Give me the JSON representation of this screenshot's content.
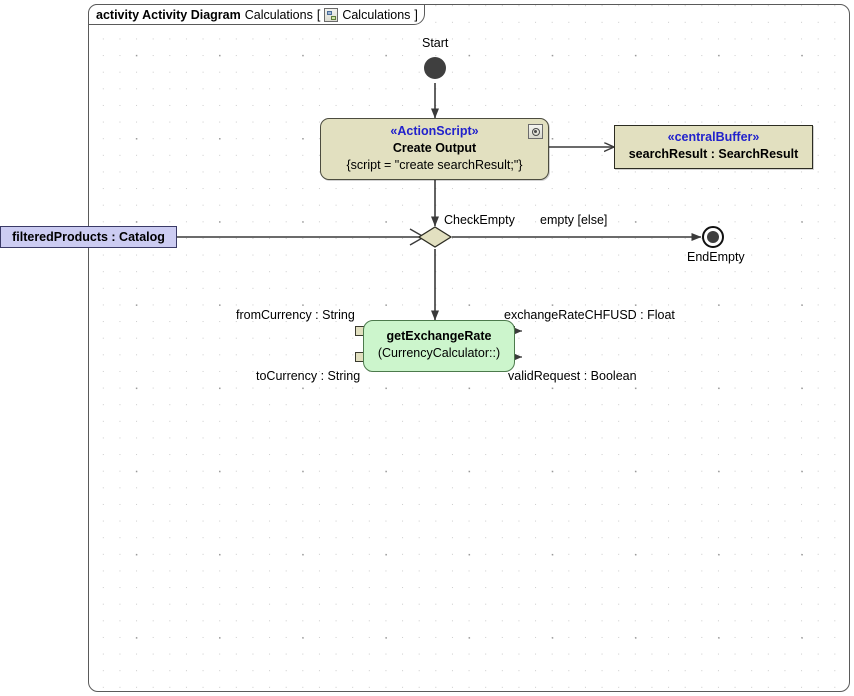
{
  "frame": {
    "keyword": "activity Activity Diagram",
    "name": "Calculations",
    "bracket_open": "[",
    "icon": "activity-diagram-icon",
    "context": "Calculations",
    "bracket_close": "]"
  },
  "nodes": {
    "start": {
      "label": "Start",
      "type": "initial-node"
    },
    "create_output": {
      "stereotype": "«ActionScript»",
      "name": "Create Output",
      "specification": "{script = \"create searchResult;\"}",
      "corner_icon": "opaque-behavior-icon",
      "fill": "#e2e0c0"
    },
    "search_result_buffer": {
      "stereotype": "«centralBuffer»",
      "name": "searchResult : SearchResult",
      "fill": "#e2e0c0"
    },
    "check_empty": {
      "label": "CheckEmpty",
      "type": "decision-node",
      "fill": "#e2e0c0"
    },
    "end_empty": {
      "label": "EndEmpty",
      "type": "activity-final-node"
    },
    "filtered_products": {
      "label": "filteredProducts : Catalog",
      "fill": "#ccccf2"
    },
    "get_exchange_rate": {
      "name": "getExchangeRate",
      "context": "(CurrencyCalculator::)",
      "fill": "#ccf5cc",
      "input_pins": [
        {
          "label": "fromCurrency : String"
        },
        {
          "label": "toCurrency : String"
        }
      ],
      "output_pins": [
        {
          "label": "exchangeRateCHFUSD : Float"
        },
        {
          "label": "validRequest : Boolean"
        }
      ]
    }
  },
  "edges": [
    {
      "name": "start-to-create-output",
      "label": ""
    },
    {
      "name": "create-output-to-buffer",
      "label": ""
    },
    {
      "name": "create-output-to-check-empty",
      "label": ""
    },
    {
      "name": "check-empty-to-end-empty",
      "label": "empty [else]"
    },
    {
      "name": "check-empty-to-get-exchange-rate",
      "label": ""
    },
    {
      "name": "filtered-products-to-check-empty",
      "label": ""
    }
  ],
  "colors": {
    "action_fill": "#e2e0c0",
    "call_fill": "#ccf5cc",
    "object_fill": "#ccccf2",
    "stereotype_text": "#2222cc",
    "line": "#3a3a3a"
  }
}
